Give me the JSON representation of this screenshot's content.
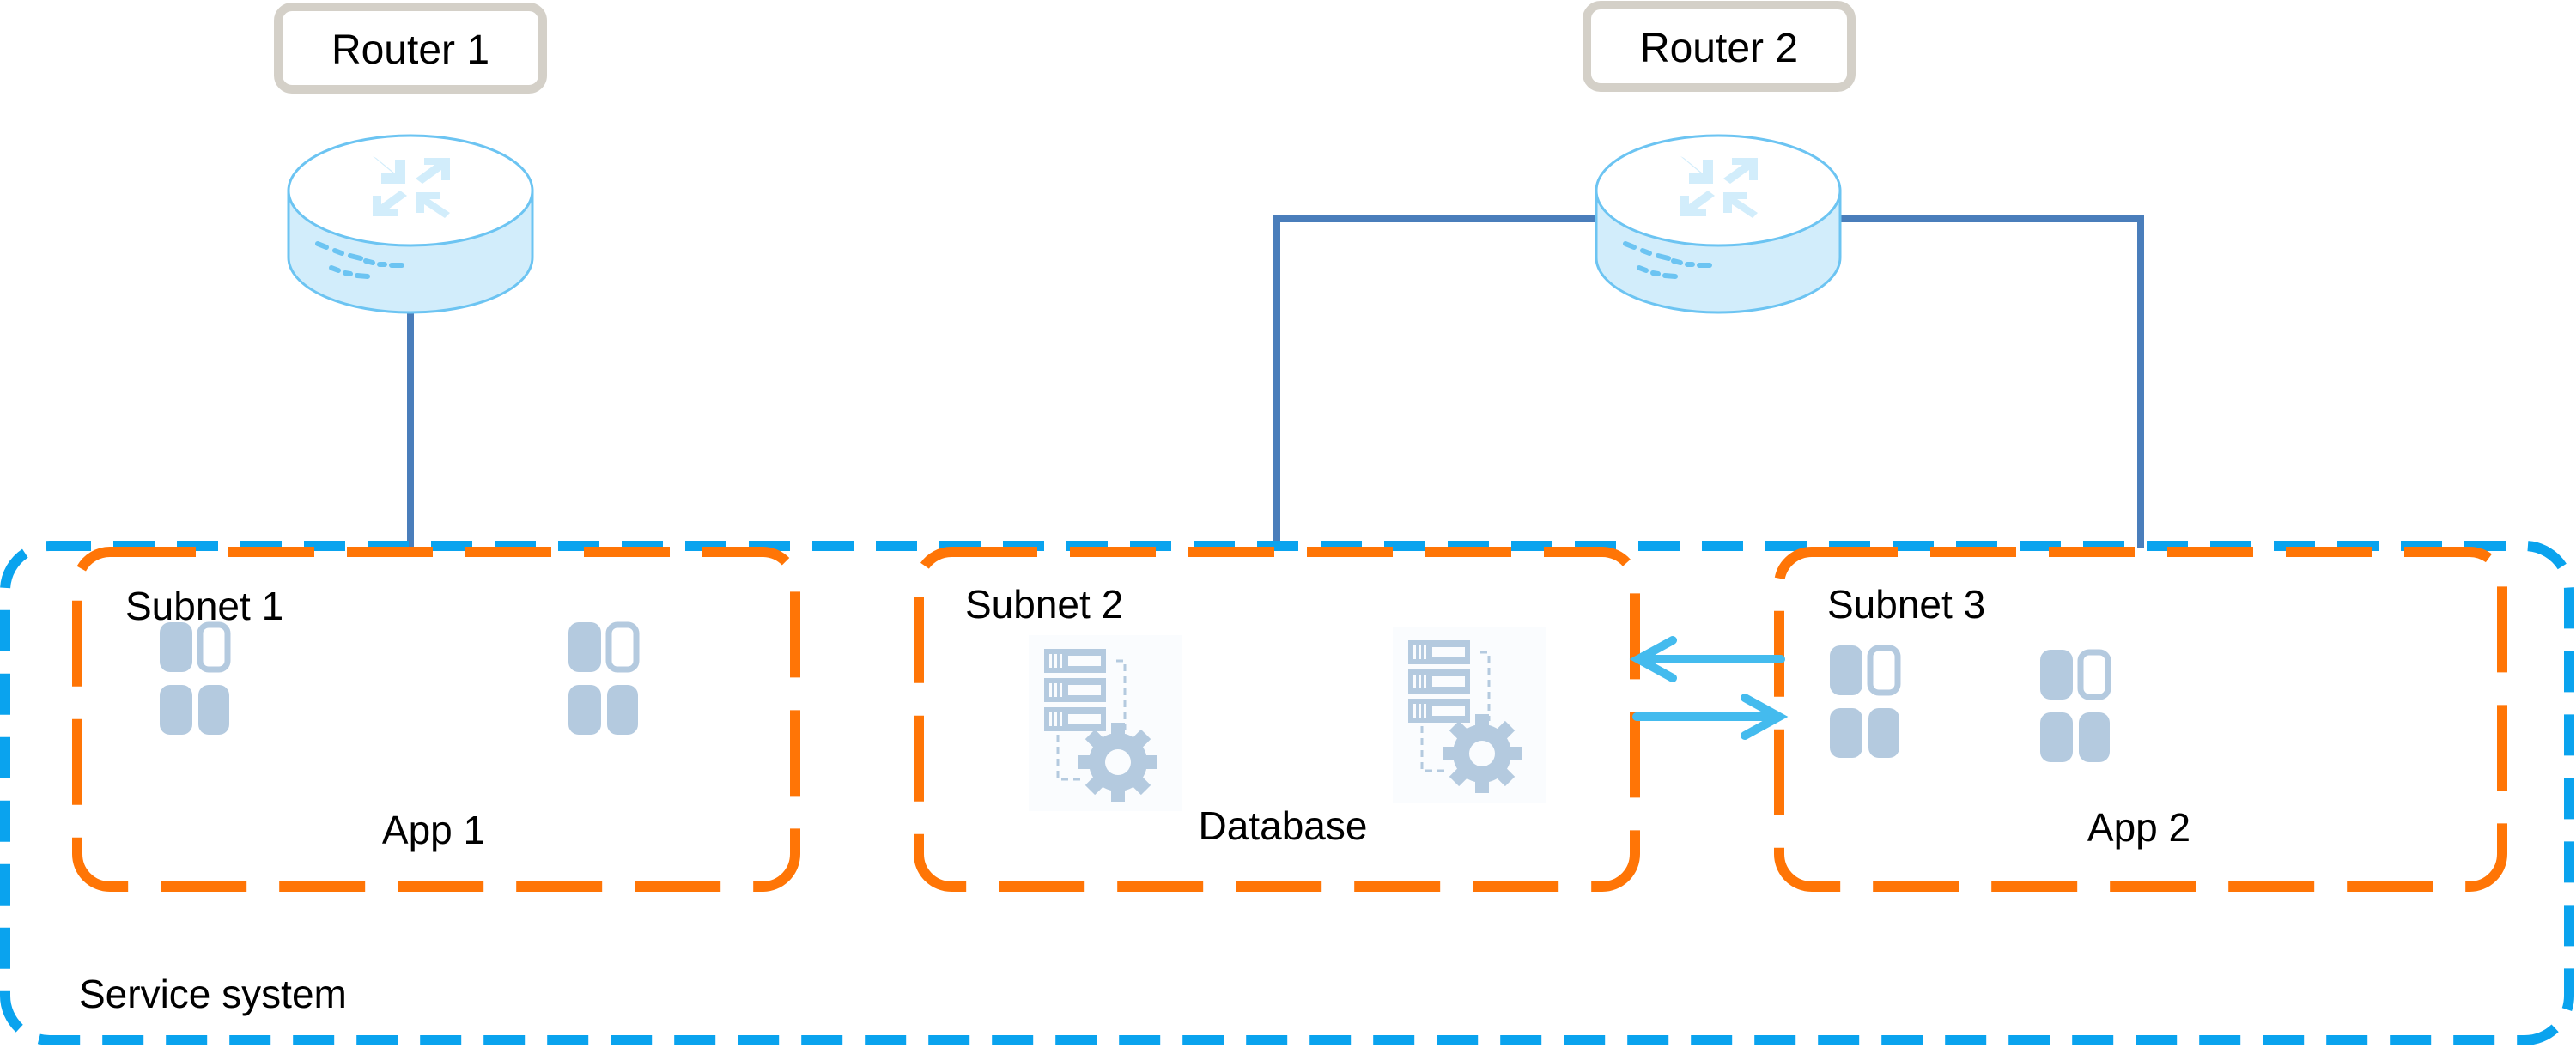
{
  "diagram": {
    "routers": [
      {
        "id": "router-1",
        "label": "Router 1"
      },
      {
        "id": "router-2",
        "label": "Router 2"
      }
    ],
    "service_system": {
      "label": "Service system"
    },
    "subnets": [
      {
        "id": "subnet-1",
        "label": "Subnet 1",
        "content_label": "App 1",
        "icon": "app-grid-icon"
      },
      {
        "id": "subnet-2",
        "label": "Subnet 2",
        "content_label": "Database",
        "icon": "database-server-gear-icon"
      },
      {
        "id": "subnet-3",
        "label": "Subnet 3",
        "content_label": "App 2",
        "icon": "app-grid-icon"
      }
    ],
    "connections": [
      {
        "from": "Router 1",
        "to": "Subnet 1"
      },
      {
        "from": "Router 2",
        "to": "Subnet 2"
      },
      {
        "from": "Router 2",
        "to": "Subnet 3"
      },
      {
        "from": "Subnet 3",
        "to": "Subnet 2",
        "type": "arrow"
      },
      {
        "from": "Subnet 2",
        "to": "Subnet 3",
        "type": "arrow"
      }
    ],
    "colors": {
      "service_border": "#0AA3EE",
      "subnet_border": "#FF7506",
      "link_line": "#4A7EBB",
      "arrow": "#44BBEE",
      "router_label_border": "#D4D0C8",
      "icon_fill": "#B4CADF"
    }
  }
}
